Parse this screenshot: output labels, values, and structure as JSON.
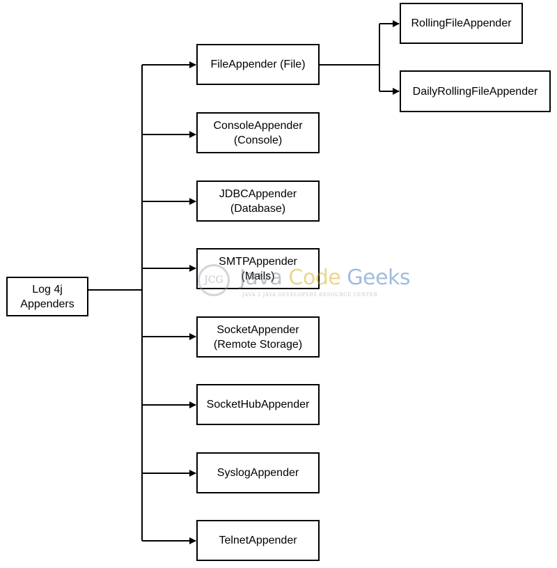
{
  "diagram": {
    "root": {
      "label": "Log 4j\nAppenders"
    },
    "appenders": [
      {
        "id": "file",
        "label": "FileAppender (File)"
      },
      {
        "id": "console",
        "label": "ConsoleAppender\n(Console)"
      },
      {
        "id": "jdbc",
        "label": "JDBCAppender\n(Database)"
      },
      {
        "id": "smtp",
        "label": "SMTPAppender\n(Mails)"
      },
      {
        "id": "socket",
        "label": "SocketAppender\n(Remote Storage)"
      },
      {
        "id": "sockethub",
        "label": "SocketHubAppender"
      },
      {
        "id": "syslog",
        "label": "SyslogAppender"
      },
      {
        "id": "telnet",
        "label": "TelnetAppender"
      }
    ],
    "file_children": [
      {
        "id": "rolling",
        "label": "RollingFileAppender"
      },
      {
        "id": "dailyrolling",
        "label": "DailyRollingFileAppender"
      }
    ]
  },
  "watermark": {
    "logo_text": "JCG",
    "word1": "Java",
    "word2": "Code",
    "word3": "Geeks",
    "subtitle": "JAVA 2 JAVA DEVELOPERS RESOURCE CENTER"
  }
}
